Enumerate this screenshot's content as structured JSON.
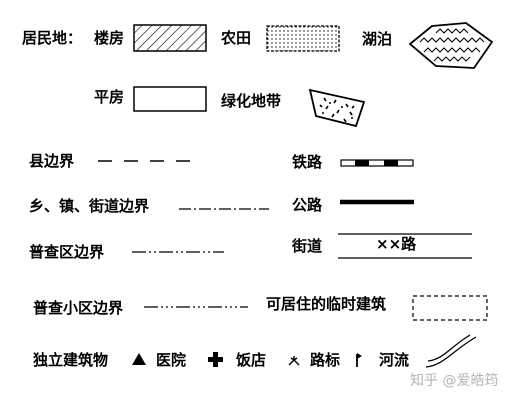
{
  "legend": {
    "residential": "居民地：",
    "building": "楼房",
    "farmland": "农田",
    "lake": "湖泊",
    "bungalow": "平房",
    "green_belt": "绿化地带",
    "county_boundary": "县边界",
    "railway": "铁路",
    "township_boundary": "乡、镇、街道边界",
    "highway": "公路",
    "census_boundary": "普查区边界",
    "street": "街道",
    "street_sample": "××路",
    "census_sub_boundary": "普查小区边界",
    "temp_building": "可居住的临时建筑",
    "landmark_building": "独立建筑物",
    "hospital": "医院",
    "restaurant": "饭店",
    "road_sign": "路标",
    "river": "河流"
  },
  "watermark": "知乎 @爱皓筠"
}
